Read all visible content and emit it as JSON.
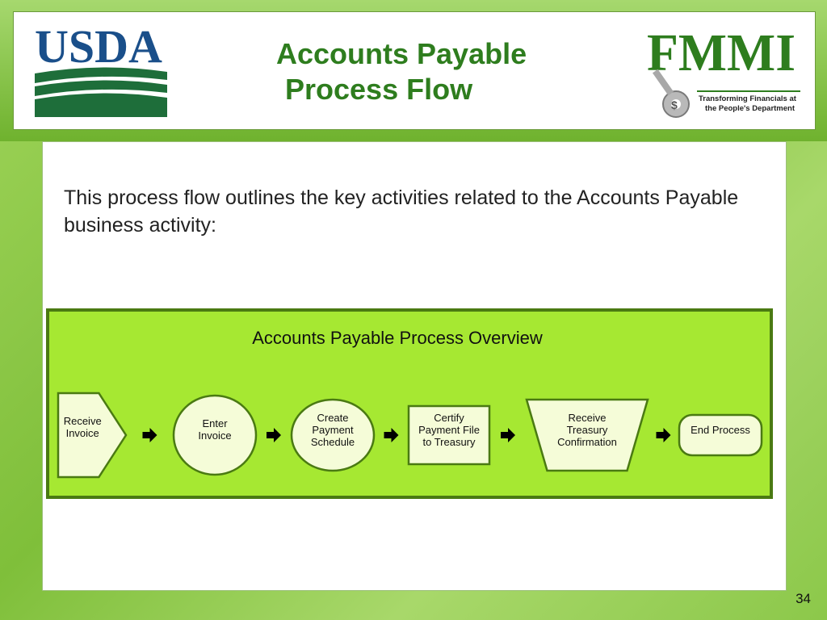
{
  "header": {
    "title_line1": "Accounts Payable",
    "title_line2": "Process Flow",
    "left_logo_text": "USDA",
    "right_logo_text": "FMMI",
    "right_logo_tagline_line1": "Transforming Financials at",
    "right_logo_tagline_line2": "the People's Department"
  },
  "intro_text": "This process flow outlines the key activities related to the Accounts Payable business activity:",
  "diagram": {
    "title": "Accounts Payable Process Overview",
    "nodes": [
      {
        "id": "receive-invoice",
        "shape": "pentagon",
        "lines": [
          "Receive",
          "Invoice"
        ]
      },
      {
        "id": "enter-invoice",
        "shape": "circle",
        "lines": [
          "Enter",
          "Invoice"
        ]
      },
      {
        "id": "create-payment-schedule",
        "shape": "circle",
        "lines": [
          "Create",
          "Payment",
          "Schedule"
        ]
      },
      {
        "id": "certify-payment-file",
        "shape": "rectangle",
        "lines": [
          "Certify",
          "Payment File",
          "to Treasury"
        ]
      },
      {
        "id": "receive-treasury-confirmation",
        "shape": "trapezoid",
        "lines": [
          "Receive",
          "Treasury",
          "Confirmation"
        ]
      },
      {
        "id": "end-process",
        "shape": "rounded-rectangle",
        "lines": [
          "End Process"
        ]
      }
    ],
    "edges": [
      {
        "from": "receive-invoice",
        "to": "enter-invoice"
      },
      {
        "from": "enter-invoice",
        "to": "create-payment-schedule"
      },
      {
        "from": "create-payment-schedule",
        "to": "certify-payment-file"
      },
      {
        "from": "certify-payment-file",
        "to": "receive-treasury-confirmation"
      },
      {
        "from": "receive-treasury-confirmation",
        "to": "end-process"
      }
    ],
    "colors": {
      "panel_fill": "#a6e832",
      "panel_border": "#4a7a12",
      "node_fill": "#f5fcd8",
      "node_stroke": "#4a7a12",
      "arrow": "#000000"
    }
  },
  "page_number": "34",
  "colors": {
    "title": "#2e7d1e",
    "usda_blue": "#1a4f8a",
    "usda_green": "#1e6e3a",
    "fmmi_green": "#2e7d1e"
  }
}
